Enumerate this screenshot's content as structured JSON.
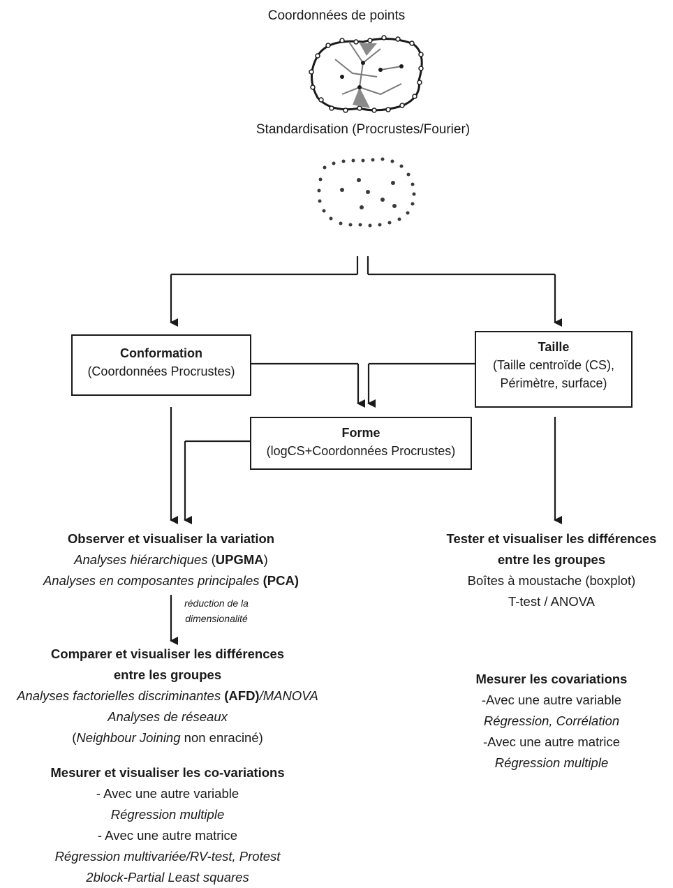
{
  "header": {
    "point_coords": "Coordonnées de points",
    "standardisation": "Standardisation (Procrustes/Fourier)"
  },
  "boxes": {
    "conformation": {
      "title": "Conformation",
      "sub": "(Coordonnées Procrustes)"
    },
    "taille": {
      "title": "Taille",
      "sub1": "(Taille centroïde (CS),",
      "sub2": "Périmètre, surface)"
    },
    "forme": {
      "title": "Forme",
      "sub": "(logCS+Coordonnées Procrustes)"
    }
  },
  "observe": {
    "title": "Observer et visualiser la variation",
    "line1_it": "Analyses hiérarchiques ",
    "line1_paren_open": "(",
    "line1_bold": "UPGMA",
    "line1_paren_close": ")",
    "line2_it": "Analyses en composantes principales ",
    "line2_bold": "(PCA)"
  },
  "reduction_note": {
    "line1": "réduction de la",
    "line2": "dimensionalité"
  },
  "compare": {
    "title1": "Comparer et visualiser les différences",
    "title2": "entre les groupes",
    "line1_it": "Analyses factorielles discriminantes ",
    "line1_bold": "(AFD)",
    "line1_it2": "/MANOVA",
    "line2_it": "Analyses de réseaux",
    "line3_open": "(",
    "line3_it": "Neighbour Joining",
    "line3_rest": " non enraciné)"
  },
  "covar_left": {
    "title": "Mesurer et visualiser les co-variations",
    "l1": "- Avec une autre variable",
    "l2": "Régression multiple",
    "l3": "- Avec une autre matrice",
    "l4": "Régression multivariée/RV-test, Protest",
    "l5": "2block-Partial Least squares"
  },
  "test": {
    "title1": "Tester et visualiser les différences",
    "title2": "entre les groupes",
    "l1": "Boîtes à moustache (boxplot)",
    "l2": "T-test / ANOVA"
  },
  "covar_right": {
    "title": "Mesurer les covariations",
    "l1": "-Avec une autre variable",
    "l2": "Régression, Corrélation",
    "l3": "-Avec une autre matrice",
    "l4": "Régression multiple"
  },
  "colors": {
    "ink": "#1a1a1a",
    "blob_fill": "#8a8a8a"
  },
  "icons": [
    "landmark-outline-icon",
    "standardized-landmarks-icon"
  ]
}
